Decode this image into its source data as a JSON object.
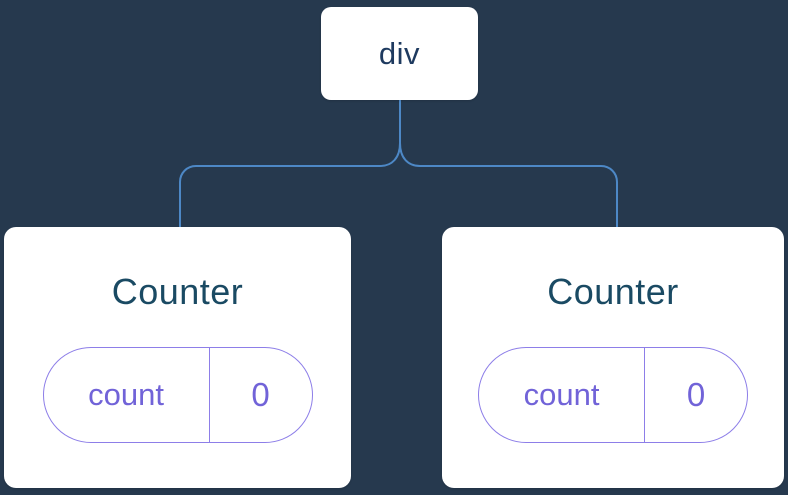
{
  "diagram": {
    "description": "Component tree diagram: a div root node with two Counter children, each holding state count = 0",
    "colors": {
      "background": "#26394E",
      "node_fill": "#FFFFFF",
      "root_text": "#1E3A5F",
      "counter_text": "#1A4A63",
      "connector": "#4D88C6",
      "state_purple": "#7163D8",
      "state_border": "#8D7EE8"
    }
  },
  "tree": {
    "root": {
      "label": "div"
    },
    "children": [
      {
        "title": "Counter",
        "state": {
          "key": "count",
          "value": "0"
        }
      },
      {
        "title": "Counter",
        "state": {
          "key": "count",
          "value": "0"
        }
      }
    ]
  }
}
